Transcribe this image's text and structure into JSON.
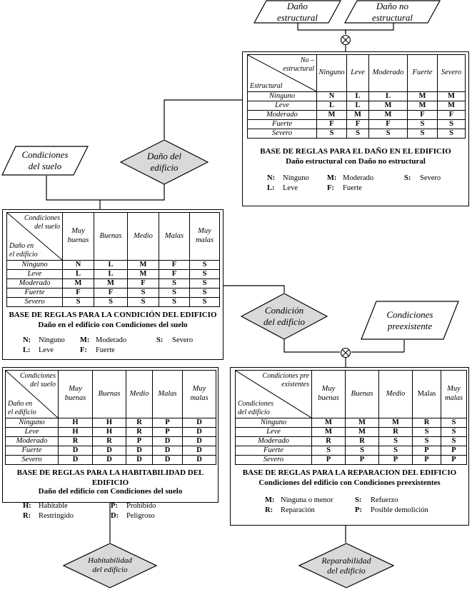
{
  "inputs": {
    "dano_estructural": "Daño\nestructural",
    "dano_no_estructural": "Daño no\nestructural",
    "condiciones_suelo": "Condiciones\ndel suelo",
    "condiciones_preexistente": "Condiciones\npreexistente"
  },
  "nodes": {
    "dano_edificio": "Daño del\nedificio",
    "condicion_edificio": "Condición\ndel edificio",
    "habitabilidad": "Habitabilidad\ndel edificio",
    "reparabilidad": "Reparabilidad\ndel edificio"
  },
  "combine_symbol": "⊗",
  "table1": {
    "corner_top": "No –\nestructural",
    "corner_bottom": "Estructural",
    "columns": [
      "Ninguno",
      "Leve",
      "Moderado",
      "Fuerte",
      "Severo"
    ],
    "rows": [
      {
        "label": "Ninguno",
        "values": [
          "N",
          "L",
          "L",
          "M",
          "M"
        ]
      },
      {
        "label": "Leve",
        "values": [
          "L",
          "L",
          "M",
          "M",
          "M"
        ]
      },
      {
        "label": "Moderado",
        "values": [
          "M",
          "M",
          "M",
          "F",
          "F"
        ]
      },
      {
        "label": "Fuerte",
        "values": [
          "F",
          "F",
          "F",
          "S",
          "S"
        ]
      },
      {
        "label": "Severo",
        "values": [
          "S",
          "S",
          "S",
          "S",
          "S"
        ]
      }
    ],
    "title": "BASE DE REGLAS PARA EL DAÑO EN EL EDIFICIO",
    "subtitle": "Daño estructural con Daño no estructural",
    "legend": [
      {
        "k": "N:",
        "v": "Ninguno"
      },
      {
        "k": "M:",
        "v": "Moderado"
      },
      {
        "k": "S:",
        "v": "Severo"
      },
      {
        "k": "L:",
        "v": "Leve"
      },
      {
        "k": "F:",
        "v": "Fuerte"
      }
    ]
  },
  "table2": {
    "corner_top": "Condiciones\ndel suelo",
    "corner_bottom": "Daño en\nel edificio",
    "columns": [
      "Muy\nbuenas",
      "Buenas",
      "Medio",
      "Malas",
      "Muy\nmalas"
    ],
    "rows": [
      {
        "label": "Ninguno",
        "values": [
          "N",
          "L",
          "M",
          "F",
          "S"
        ]
      },
      {
        "label": "Leve",
        "values": [
          "L",
          "L",
          "M",
          "F",
          "S"
        ]
      },
      {
        "label": "Moderado",
        "values": [
          "M",
          "M",
          "F",
          "S",
          "S"
        ]
      },
      {
        "label": "Fuerte",
        "values": [
          "F",
          "F",
          "S",
          "S",
          "S"
        ]
      },
      {
        "label": "Severo",
        "values": [
          "S",
          "S",
          "S",
          "S",
          "S"
        ]
      }
    ],
    "title": "BASE DE REGLAS PARA LA CONDICIÓN DEL EDIFICIO",
    "subtitle": "Daño en el edificio con Condiciones del suelo",
    "legend": [
      {
        "k": "N:",
        "v": "Ninguno"
      },
      {
        "k": "M:",
        "v": "Moderado"
      },
      {
        "k": "S:",
        "v": "Severo"
      },
      {
        "k": "L:",
        "v": "Leve"
      },
      {
        "k": "F:",
        "v": "Fuerte"
      }
    ]
  },
  "table3": {
    "corner_top": "Condiciones\ndel suelo",
    "corner_bottom": "Daño en\nel edificio",
    "columns": [
      "Muy\nbuenas",
      "Buenas",
      "Medio",
      "Malas",
      "Muy\nmalas"
    ],
    "rows": [
      {
        "label": "Ninguno",
        "values": [
          "H",
          "H",
          "R",
          "P",
          "D"
        ]
      },
      {
        "label": "Leve",
        "values": [
          "H",
          "H",
          "R",
          "P",
          "D"
        ]
      },
      {
        "label": "Moderado",
        "values": [
          "R",
          "R",
          "P",
          "D",
          "D"
        ]
      },
      {
        "label": "Fuerte",
        "values": [
          "D",
          "D",
          "D",
          "D",
          "D"
        ]
      },
      {
        "label": "Severo",
        "values": [
          "D",
          "D",
          "D",
          "D",
          "D"
        ]
      }
    ],
    "title": "BASE DE REGLAS PARA LA HABITABILIDAD DEL\nEDIFICIO",
    "subtitle": "Daño del edificio con Condiciones del suelo",
    "legend": [
      {
        "k": "H:",
        "v": "Habitable"
      },
      {
        "k": "P:",
        "v": "Prohibido"
      },
      {
        "k": "R:",
        "v": "Restringido"
      },
      {
        "k": "D:",
        "v": "Peligroso"
      }
    ]
  },
  "table4": {
    "corner_top": "Condiciones pre\nexistentes",
    "corner_bottom": "Condiciones\ndel edificio",
    "columns": [
      "Muy\nbuenas",
      "Buenas",
      "Medio",
      "Malas",
      "Muy\nmalas"
    ],
    "rows": [
      {
        "label": "Ninguno",
        "values": [
          "M",
          "M",
          "M",
          "R",
          "S"
        ]
      },
      {
        "label": "Leve",
        "values": [
          "M",
          "M",
          "R",
          "S",
          "S"
        ]
      },
      {
        "label": "Moderado",
        "values": [
          "R",
          "R",
          "S",
          "S",
          "S"
        ]
      },
      {
        "label": "Fuerte",
        "values": [
          "S",
          "S",
          "S",
          "P",
          "P"
        ]
      },
      {
        "label": "Severo",
        "values": [
          "P",
          "P",
          "P",
          "P",
          "P"
        ]
      }
    ],
    "title": "BASE DE REGLAS PARA LA REPARACION DEL EDIFICIO",
    "subtitle": "Condiciones del edificio con Condiciones preexistentes",
    "legend": [
      {
        "k": "M:",
        "v": "Ninguna o menor"
      },
      {
        "k": "S:",
        "v": "Refuerzo"
      },
      {
        "k": "R:",
        "v": "Reparación"
      },
      {
        "k": "P:",
        "v": "Posible demolición"
      }
    ]
  }
}
